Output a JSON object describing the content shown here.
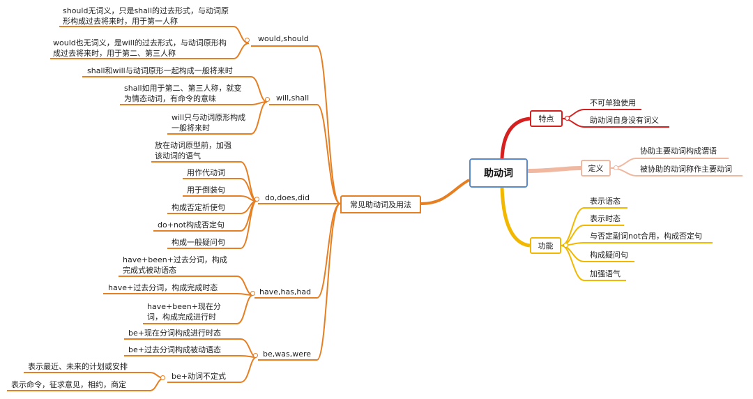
{
  "root": "助动词",
  "left_hub": "常见助动词及用法",
  "groups": [
    {
      "label": "would,should",
      "items": [
        "should无词义，只是shall的过去形式，与动词原形构成过去将来时，用于第一人称",
        "would也无词义，是will的过去形式，与动词原形构成过去将来时，用于第二、第三人称"
      ]
    },
    {
      "label": "will,shall",
      "items": [
        "shall和will与动词原形一起构成一般将来时",
        "shall如用于第二、第三人称，就变为情态动词，有命令的意味",
        "will只与动词原形构成一般将来时"
      ]
    },
    {
      "label": "do,does,did",
      "items": [
        "放在动词原型前，加强该动词的语气",
        "用作代动词",
        "用于倒装句",
        "构成否定祈使句",
        "do+not构成否定句",
        "构成一般疑问句"
      ]
    },
    {
      "label": "have,has,had",
      "items": [
        "have+been+过去分词，构成完成式被动语态",
        "have+过去分词，构成完成时态",
        "have+been+现在分词，构成完成进行时"
      ]
    },
    {
      "label": "be,was,were",
      "items": [
        "be+现在分词构成进行时态",
        "be+过去分词构成被动语态",
        "be+动词不定式"
      ]
    }
  ],
  "be_infinitive_items": [
    "表示最近、未来的计划或安排",
    "表示命令，征求意见，相约，商定"
  ],
  "right_branches": [
    {
      "label": "特点",
      "items": [
        "不可单独使用",
        "助动词自身没有词义"
      ]
    },
    {
      "label": "定义",
      "items": [
        "协助主要动词构成谓语",
        "被协助的动词称作主要动词"
      ]
    },
    {
      "label": "功能",
      "items": [
        "表示语态",
        "表示时态",
        "与否定副词not合用，构成否定句",
        "构成疑问句",
        "加强语气"
      ]
    }
  ],
  "colors": {
    "left_branch": "#e67e22",
    "root_border": "#5b8ac9",
    "tedian": "#d62020",
    "dingyi": "#f0b8a0",
    "gongneng": "#f2b800"
  }
}
